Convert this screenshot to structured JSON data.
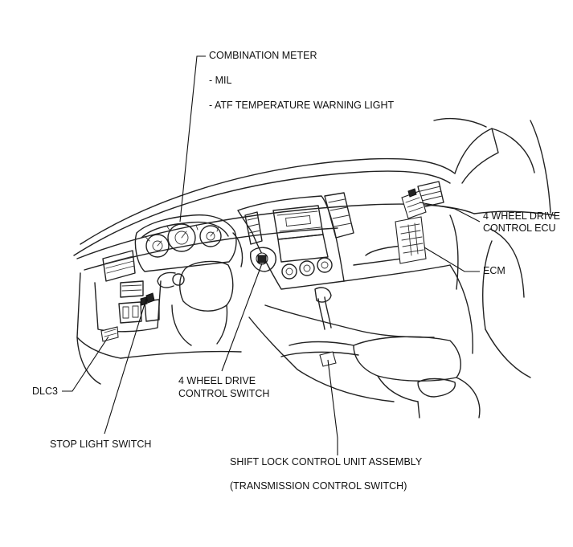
{
  "labels": {
    "combination_meter": "COMBINATION METER",
    "mil": "- MIL",
    "atf_light": "- ATF TEMPERATURE WARNING LIGHT",
    "fwd_ecu_line1": "4 WHEEL DRIVE",
    "fwd_ecu_line2": "CONTROL ECU",
    "ecm": "ECM",
    "fwd_switch_line1": "4 WHEEL DRIVE",
    "fwd_switch_line2": "CONTROL SWITCH",
    "dlc3": "DLC3",
    "stop_light_switch": "STOP LIGHT SWITCH",
    "shift_lock_line1": "SHIFT LOCK CONTROL UNIT ASSEMBLY",
    "shift_lock_line2": "(TRANSMISSION CONTROL SWITCH)"
  }
}
